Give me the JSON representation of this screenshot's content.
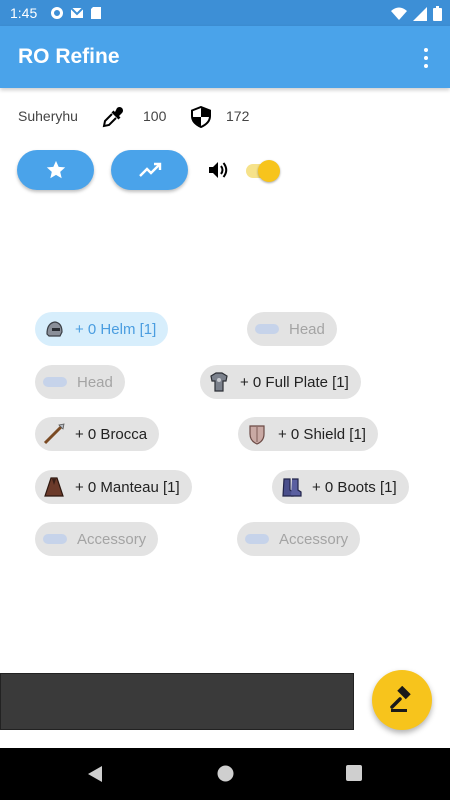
{
  "status_bar": {
    "time": "1:45"
  },
  "app_bar": {
    "title": "RO Refine"
  },
  "info": {
    "character_name": "Suheryhu",
    "dropper_value": "100",
    "shield_value": "172"
  },
  "controls": {
    "sound_enabled": true
  },
  "equipment": [
    {
      "label": "+ 0 Helm [1]",
      "icon": "helm-icon",
      "state": "selected"
    },
    {
      "label": "Head",
      "icon": "empty-slot-icon",
      "state": "empty"
    },
    {
      "label": "Head",
      "icon": "empty-slot-icon",
      "state": "empty"
    },
    {
      "label": "+ 0 Full Plate [1]",
      "icon": "armor-icon",
      "state": "filled"
    },
    {
      "label": "+ 0 Brocca",
      "icon": "spear-icon",
      "state": "filled"
    },
    {
      "label": "+ 0 Shield [1]",
      "icon": "shield-item-icon",
      "state": "filled"
    },
    {
      "label": "+ 0 Manteau [1]",
      "icon": "manteau-icon",
      "state": "filled"
    },
    {
      "label": "+ 0 Boots [1]",
      "icon": "boots-icon",
      "state": "filled"
    },
    {
      "label": "Accessory",
      "icon": "empty-slot-icon",
      "state": "empty"
    },
    {
      "label": "Accessory",
      "icon": "empty-slot-icon",
      "state": "empty"
    }
  ],
  "colors": {
    "primary": "#4aa3ea",
    "status_bar": "#3d8fd6",
    "accent": "#f7c41c",
    "chip_selected_bg": "#d7eefc",
    "chip_selected_text": "#4a9de0",
    "chip_bg": "#e3e3e3",
    "chip_empty_text": "#a4a4a4"
  }
}
